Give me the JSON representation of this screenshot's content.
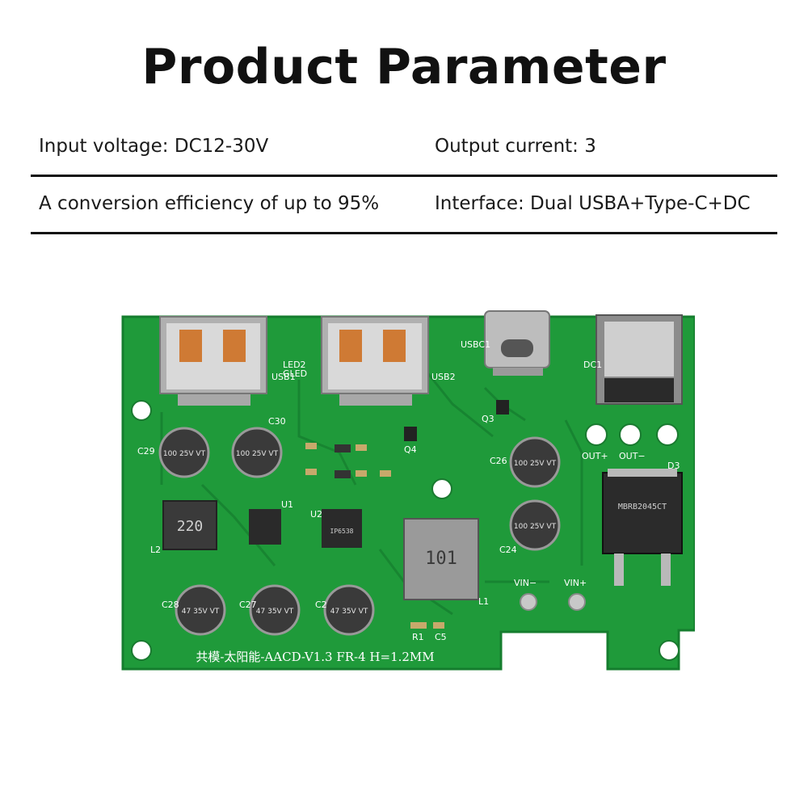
{
  "header": {
    "title": "Product Parameter"
  },
  "params": [
    {
      "text": "Input voltage: DC12-30V"
    },
    {
      "text": "Output current: 3"
    },
    {
      "text": "A conversion efficiency of up to 95%"
    },
    {
      "text": "Interface: Dual USBA+Type-C+DC"
    }
  ],
  "board": {
    "silkscreen": "共模-太阳能-AACD-V1.3   FR-4  H=1.2MM",
    "labels": {
      "usb1": "USB1",
      "usb2": "USB2",
      "usbc1": "USBC1",
      "dc1": "DC1",
      "led2": "LED2",
      "gled": "GLED",
      "out_plus": "OUT+",
      "out_minus": "OUT−",
      "vin_minus": "VIN−",
      "vin_plus": "VIN+",
      "d3": "D3",
      "l1": "L1",
      "l2": "L2",
      "u1": "U1",
      "u2": "U2",
      "q3": "Q3",
      "q4": "Q4",
      "c29": "C29",
      "c30": "C30",
      "c26": "C26",
      "c24": "C24",
      "c28": "C28",
      "c27": "C27",
      "c2": "C2",
      "r1": "R1",
      "c5": "C5"
    },
    "inductor_l2": "220",
    "inductor_l1": "101",
    "diode_part": "MBRB2045CT",
    "ic_u2": "IP6538",
    "cap_large": "100 25V VT",
    "cap_small": "47 35V VT"
  },
  "colors": {
    "pcb": "#1f9a3a",
    "pcb_edge": "#178a31",
    "silk": "#ffffff",
    "metal": "#b9b9b9"
  }
}
